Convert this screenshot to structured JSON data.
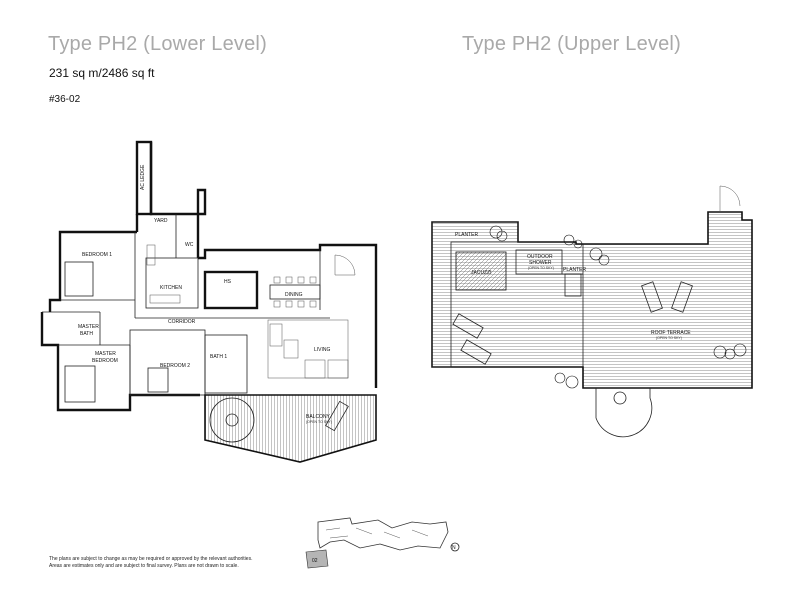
{
  "titles": {
    "lower": "Type PH2 (Lower Level)",
    "upper": "Type PH2 (Upper Level)"
  },
  "area": "231 sq m/2486 sq ft",
  "unit_no": "#36-02",
  "lower_level": {
    "rooms": {
      "ac_ledge": "AC LEDGE",
      "yard": "YARD",
      "wc": "WC",
      "bedroom1": "BEDROOM 1",
      "kitchen": "KITCHEN",
      "hs": "HS",
      "dining": "DINING",
      "master_bath_1": "MASTER",
      "master_bath_2": "BATH",
      "corridor": "CORRIDOR",
      "master_bedroom_1": "MASTER",
      "master_bedroom_2": "BEDROOM",
      "bedroom2": "BEDROOM 2",
      "bath1": "BATH 1",
      "living": "LIVING",
      "balcony": "BALCONY",
      "balcony_note": "(OPEN TO SKY)"
    }
  },
  "upper_level": {
    "rooms": {
      "planter1": "PLANTER",
      "jacuzzi": "JACUZZI",
      "outdoor_shower_1": "OUTDOOR",
      "outdoor_shower_2": "SHOWER",
      "outdoor_shower_note": "(OPEN TO SKY)",
      "planter2": "PLANTER",
      "roof_terrace": "ROOF TERRACE",
      "roof_terrace_note": "(OPEN TO SKY)"
    }
  },
  "keyplan": {
    "unit_label": "02",
    "north": "N"
  },
  "disclaimer": {
    "line1": "The plans are subject to change as may be required or approved by the relevant authorities.",
    "line2": "Areas are estimates only and are subject to final survey. Plans are not drawn to scale."
  }
}
